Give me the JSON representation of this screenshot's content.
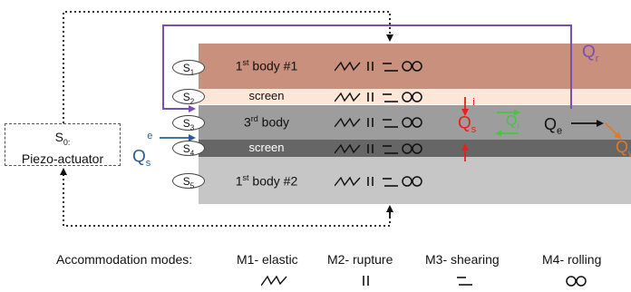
{
  "layers": {
    "first_body": {
      "base": "1",
      "sup": "st",
      "rest": " body #1"
    },
    "screen_top": "screen",
    "third_body": {
      "base": "3",
      "sup": "rd",
      "rest": " body"
    },
    "screen_bottom": "screen",
    "second_body": {
      "base": "1",
      "sup": "st",
      "rest": " body #2"
    }
  },
  "sites": [
    {
      "base": "S",
      "sub": "1"
    },
    {
      "base": "S",
      "sub": "2"
    },
    {
      "base": "S",
      "sub": "3"
    },
    {
      "base": "S",
      "sub": "4"
    },
    {
      "base": "S",
      "sub": "5"
    }
  ],
  "actuator": {
    "title_base": "S",
    "title_sub": "0:",
    "name": "Piezo-actuator"
  },
  "flows": {
    "external_source": {
      "base": "Q",
      "sub": "s",
      "sup": "e"
    },
    "internal_source": {
      "base": "Q",
      "sub": "s",
      "sup": "i"
    },
    "internal_flow": {
      "base": "Q",
      "sub": "i"
    },
    "external_flow": {
      "base": "Q",
      "sub": "e"
    },
    "recirculation": {
      "base": "Q",
      "sub": "r"
    },
    "wear": {
      "base": "Q",
      "sub": "w"
    }
  },
  "legend": {
    "title": "Accommodation modes:",
    "modes": [
      {
        "label": "M1- elastic",
        "icon": "zigzag-icon"
      },
      {
        "label": "M2- rupture",
        "icon": "double-bar-icon"
      },
      {
        "label": "M3- shearing",
        "icon": "shear-lines-icon"
      },
      {
        "label": "M4- rolling",
        "icon": "double-circle-icon"
      }
    ]
  },
  "colors": {
    "first_body": "#c9907d",
    "screen_top": "#fbe6d8",
    "third_body": "#9d9d9d",
    "screen_bottom": "#666666",
    "second_body": "#c6c6c6",
    "external_source": "#2e5d9a",
    "internal_source": "#e8201d",
    "internal_flow": "#47c443",
    "recirculation": "#7b4fb0",
    "wear": "#e07a26"
  }
}
